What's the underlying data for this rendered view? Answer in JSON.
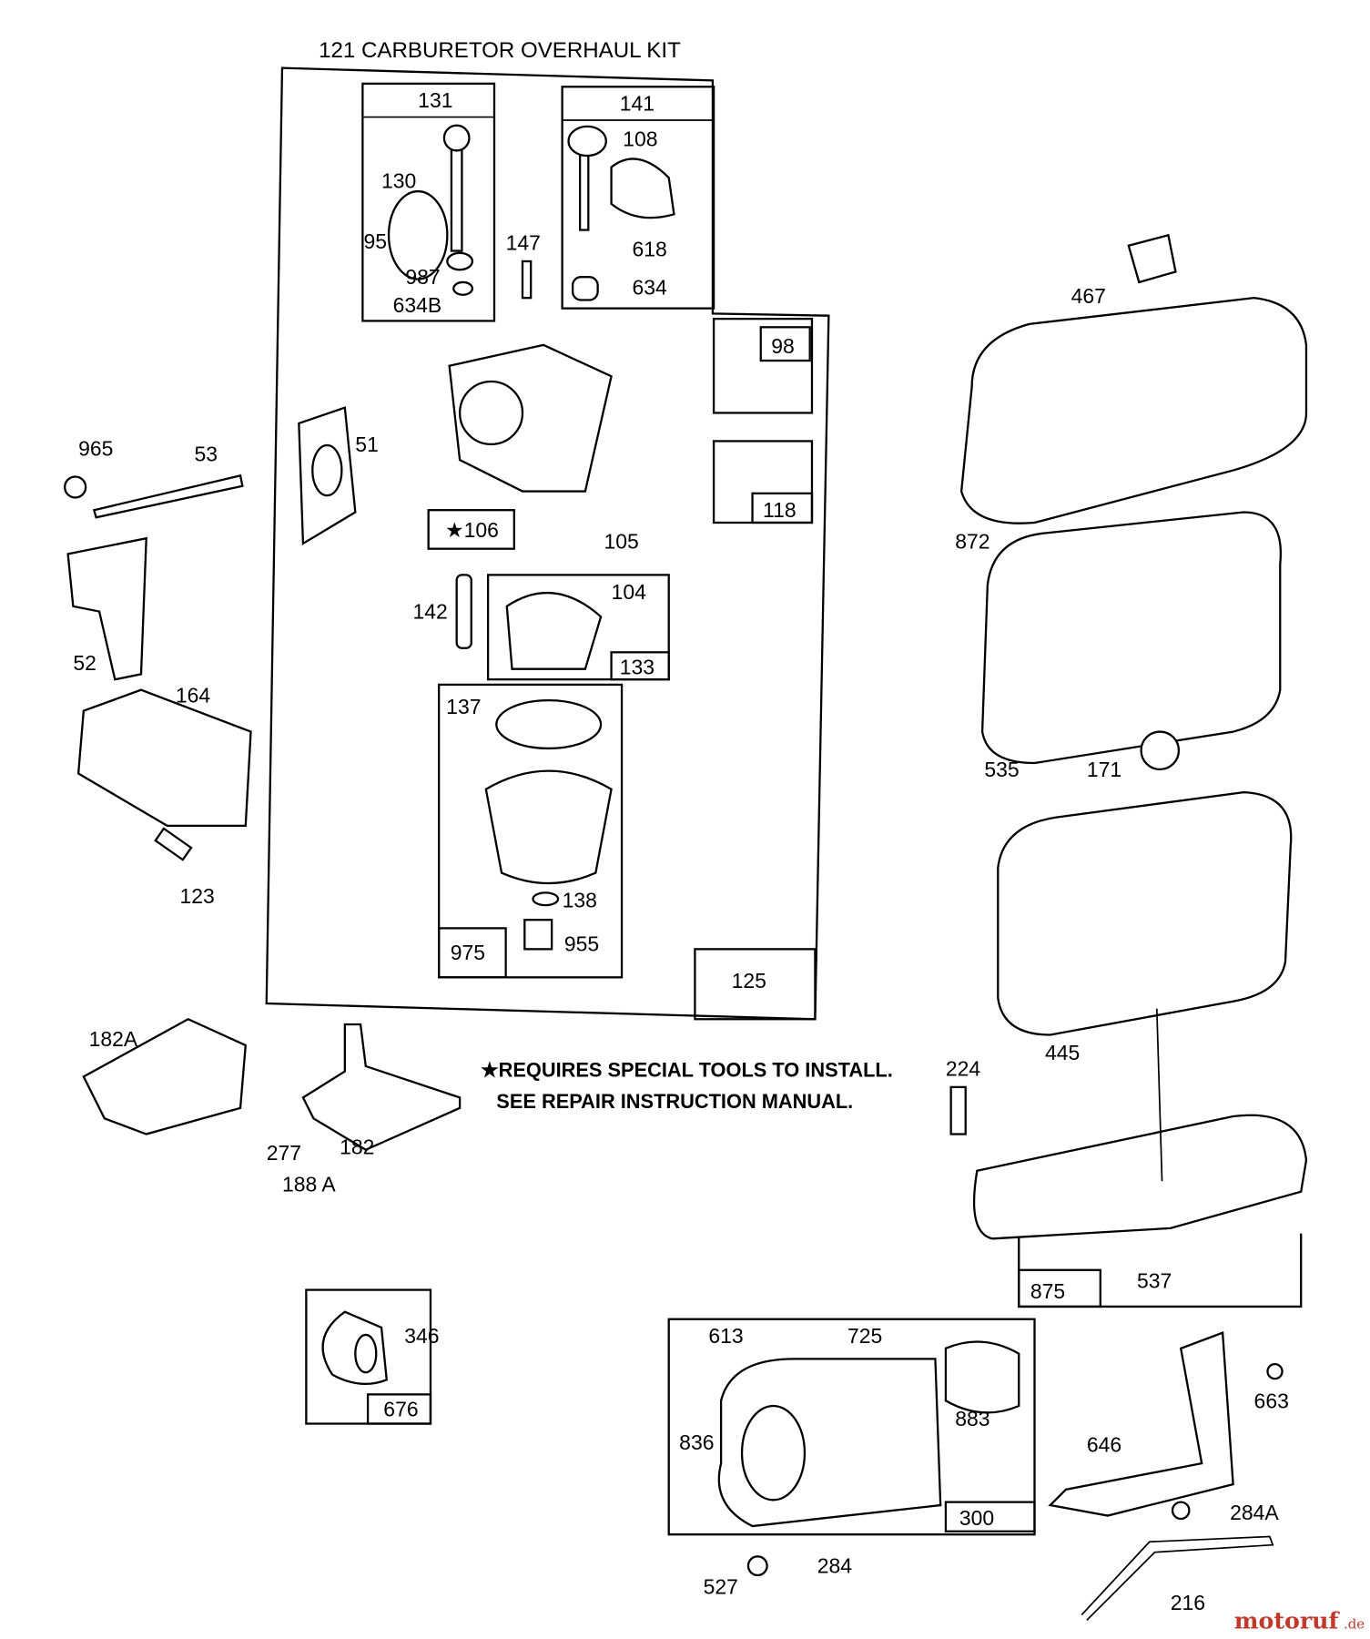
{
  "title": "121 CARBURETOR OVERHAUL KIT",
  "note": {
    "line1": "★REQUIRES SPECIAL TOOLS TO INSTALL.",
    "line2": "SEE REPAIR INSTRUCTION MANUAL."
  },
  "box_labels": [
    "131",
    "141",
    "98",
    "118",
    "★106",
    "133",
    "975",
    "125",
    "676",
    "875",
    "300"
  ],
  "part_labels": [
    "130",
    "95",
    "987",
    "634B",
    "108",
    "618",
    "634",
    "147",
    "51",
    "105",
    "142",
    "104",
    "137",
    "138",
    "955",
    "965",
    "53",
    "52",
    "164",
    "123",
    "182A",
    "277",
    "182",
    "188 A",
    "224",
    "346",
    "467",
    "872",
    "535",
    "171",
    "445",
    "537",
    "613",
    "725",
    "883",
    "836",
    "527",
    "284",
    "646",
    "663",
    "284A",
    "216"
  ],
  "watermark": {
    "text": "motoruf",
    "suffix": ".de",
    "color": "#c0392b"
  }
}
